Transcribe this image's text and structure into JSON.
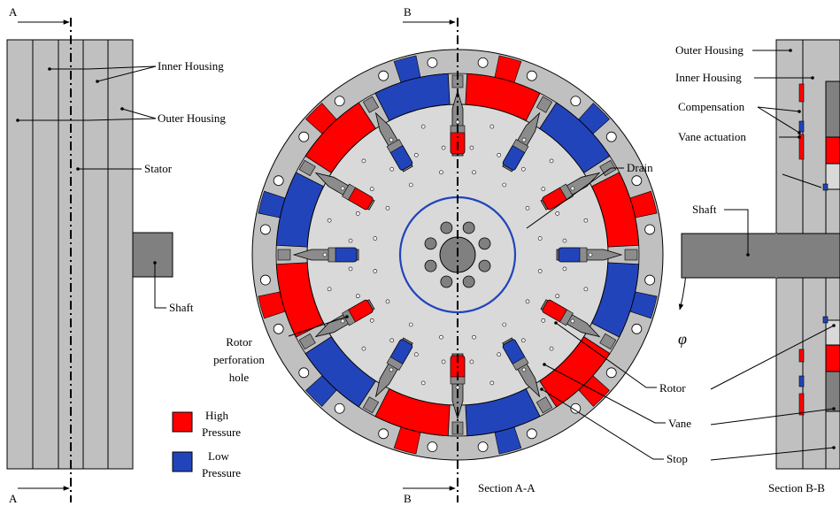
{
  "section_marks": {
    "a_top": "A",
    "a_bottom": "A",
    "b_top": "B",
    "b_bottom": "B"
  },
  "left_view": {
    "labels": {
      "inner_housing": "Inner Housing",
      "outer_housing": "Outer Housing",
      "stator": "Stator",
      "shaft": "Shaft"
    }
  },
  "center_view": {
    "caption": "Section A-A",
    "vane_count": 12,
    "labels": {
      "drain": "Drain",
      "rotor_perforation_hole": [
        "Rotor",
        "perforation",
        "hole"
      ],
      "rotor": "Rotor",
      "vane": "Vane",
      "stop": "Stop",
      "angle_symbol": "φ"
    }
  },
  "legend": {
    "high": [
      "High",
      "Pressure"
    ],
    "low": [
      "Low",
      "Pressure"
    ]
  },
  "right_view": {
    "caption": "Section B-B",
    "labels": {
      "outer_housing": "Outer Housing",
      "inner_housing": "Inner Housing",
      "compensation": "Compensation",
      "vane_actuation": "Vane actuation",
      "shaft": "Shaft"
    }
  },
  "colors": {
    "high_pressure": "#ff0000",
    "low_pressure": "#2244bb",
    "housing": "#c0c0c0",
    "rotor": "#d9d9d9",
    "shaft": "#808080",
    "vane": "#8c8c8c",
    "outline": "#000000"
  }
}
